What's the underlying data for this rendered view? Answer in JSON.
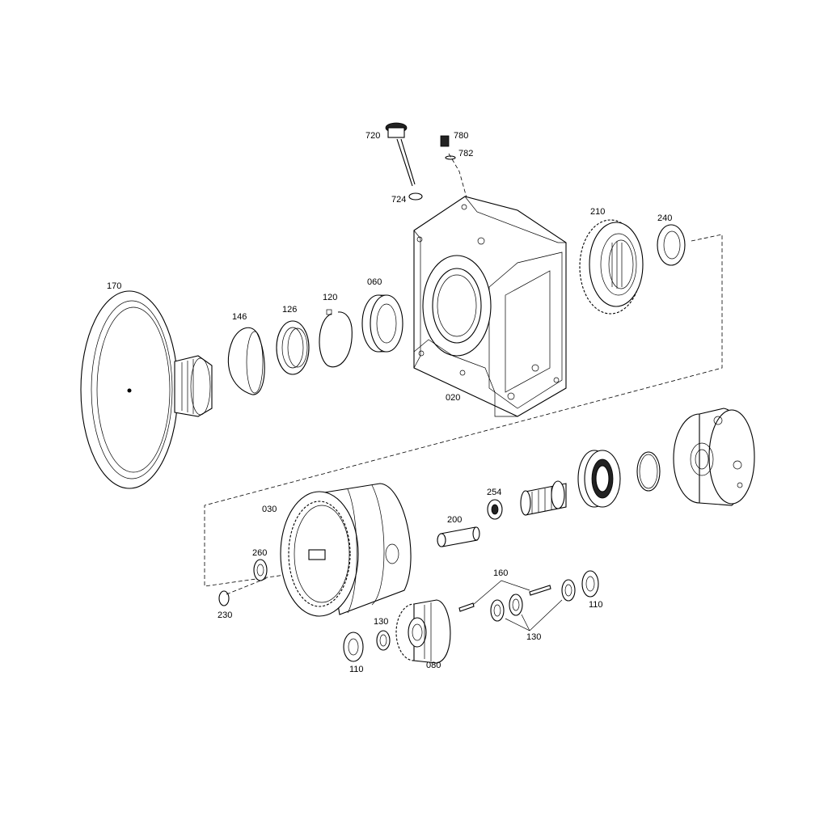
{
  "labels": {
    "p720": "720",
    "p780": "780",
    "p782": "782",
    "p724": "724",
    "p210": "210",
    "p240": "240",
    "p170": "170",
    "p146": "146",
    "p126": "126",
    "p120": "120",
    "p060": "060",
    "p020": "020",
    "p030": "030",
    "p254": "254",
    "p200": "200",
    "p260": "260",
    "p230": "230",
    "p160": "160",
    "p110a": "110",
    "p110b": "110",
    "p130a": "130",
    "p130b": "130",
    "p080": "080"
  }
}
